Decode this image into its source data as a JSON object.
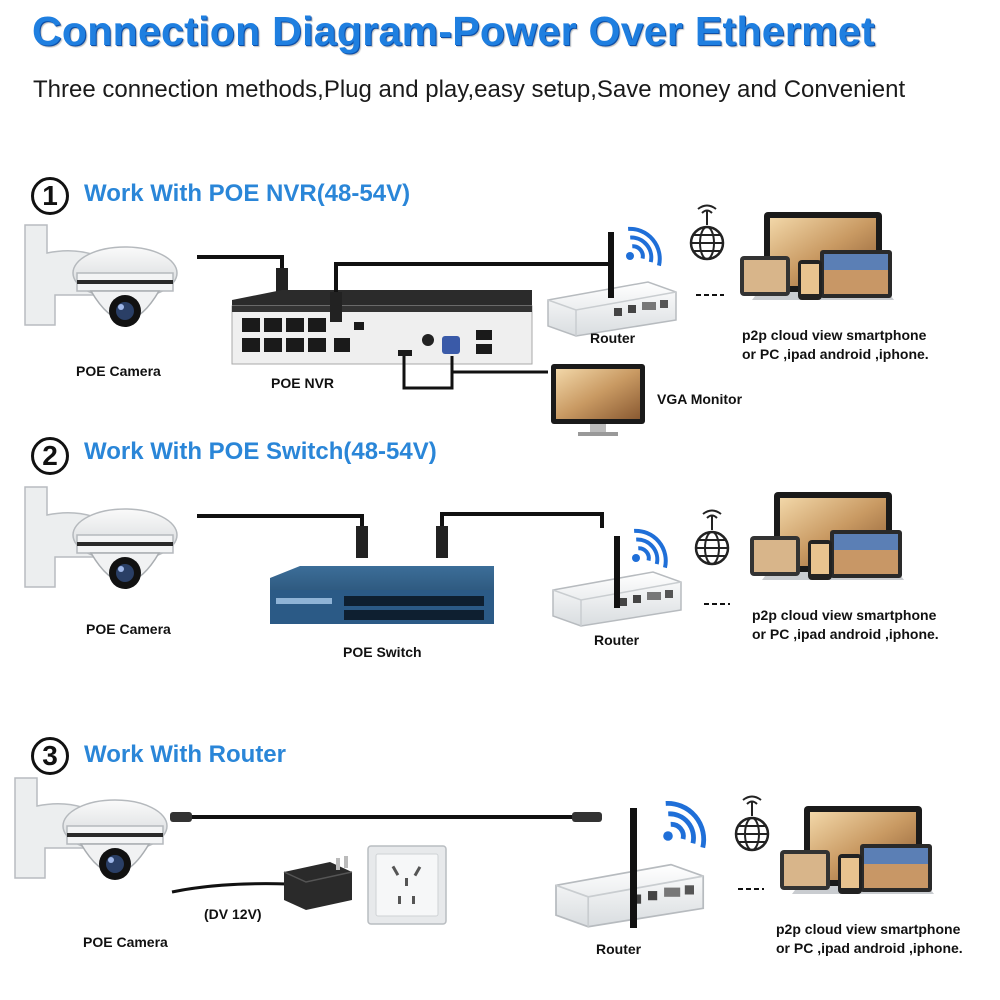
{
  "header": {
    "title": "Connection Diagram-Power Over Ethermet",
    "subtitle": "Three connection methods,Plug and play,easy setup,Save money and Convenient"
  },
  "sections": [
    {
      "number": "1",
      "title": "Work With POE NVR(48-54V)",
      "camera_label": "POE Camera",
      "device_label": "POE NVR",
      "router_label": "Router",
      "monitor_label": "VGA Monitor",
      "p2p_line1": "p2p cloud view smartphone",
      "p2p_line2": "or PC ,ipad android ,iphone."
    },
    {
      "number": "2",
      "title": "Work With POE Switch(48-54V)",
      "camera_label": "POE Camera",
      "device_label": "POE Switch",
      "router_label": "Router",
      "p2p_line1": "p2p cloud view smartphone",
      "p2p_line2": "or PC ,ipad android ,iphone."
    },
    {
      "number": "3",
      "title": "Work With Router",
      "camera_label": "POE Camera",
      "adapter_label": "(DV 12V)",
      "router_label": "Router",
      "p2p_line1": "p2p cloud view smartphone",
      "p2p_line2": "or PC ,ipad android ,iphone."
    }
  ],
  "colors": {
    "title_blue": "#1f7fe0",
    "section_blue": "#2a86d8",
    "wifi_blue": "#1f6fd8",
    "cable": "#111111"
  }
}
